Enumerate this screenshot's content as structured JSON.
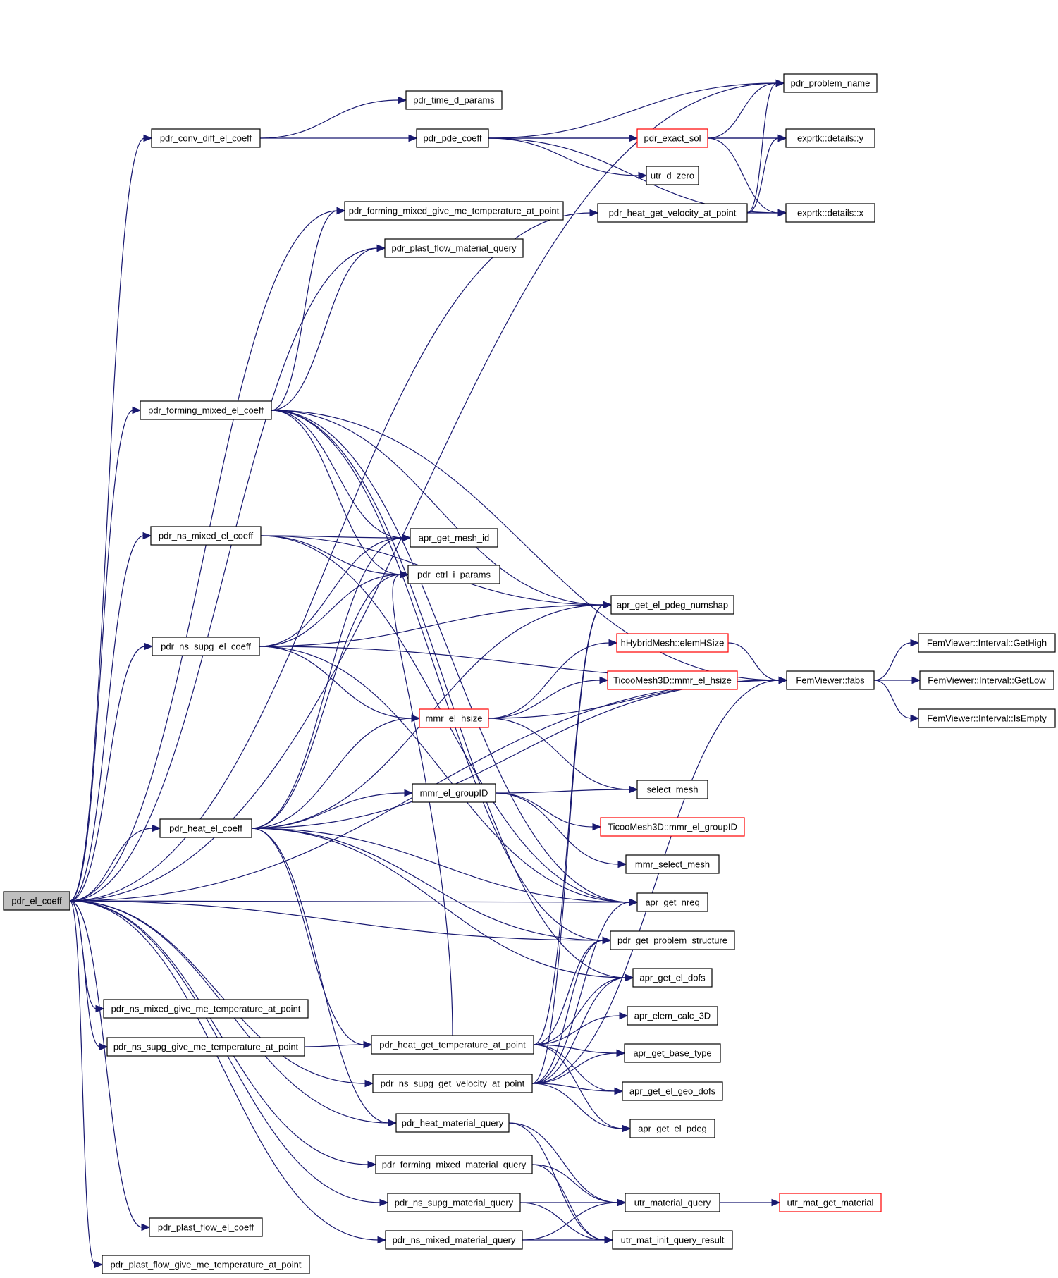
{
  "nodes": {
    "pdr_el_coeff": {
      "label": "pdr_el_coeff",
      "kind": "focus"
    },
    "pdr_problem_name": {
      "label": "pdr_problem_name",
      "kind": "normal"
    },
    "pdr_time_d_params": {
      "label": "pdr_time_d_params",
      "kind": "normal"
    },
    "pdr_conv_diff_el_coeff": {
      "label": "pdr_conv_diff_el_coeff",
      "kind": "normal"
    },
    "pdr_pde_coeff": {
      "label": "pdr_pde_coeff",
      "kind": "normal"
    },
    "pdr_exact_sol": {
      "label": "pdr_exact_sol",
      "kind": "truncated"
    },
    "exprtk_y": {
      "label": "exprtk::details::y",
      "kind": "normal"
    },
    "utr_d_zero": {
      "label": "utr_d_zero",
      "kind": "normal"
    },
    "pdr_forming_mixed_give_me_temperature_at_point": {
      "label": "pdr_forming_mixed_give_me_temperature_at_point",
      "kind": "normal"
    },
    "pdr_heat_get_velocity_at_point": {
      "label": "pdr_heat_get_velocity_at_point",
      "kind": "normal"
    },
    "exprtk_x": {
      "label": "exprtk::details::x",
      "kind": "normal"
    },
    "pdr_plast_flow_material_query": {
      "label": "pdr_plast_flow_material_query",
      "kind": "normal"
    },
    "pdr_forming_mixed_el_coeff": {
      "label": "pdr_forming_mixed_el_coeff",
      "kind": "normal"
    },
    "pdr_ns_mixed_el_coeff": {
      "label": "pdr_ns_mixed_el_coeff",
      "kind": "normal"
    },
    "apr_get_mesh_id": {
      "label": "apr_get_mesh_id",
      "kind": "normal"
    },
    "pdr_ctrl_i_params": {
      "label": "pdr_ctrl_i_params",
      "kind": "normal"
    },
    "apr_get_el_pdeg_numshap": {
      "label": "apr_get_el_pdeg_numshap",
      "kind": "normal"
    },
    "pdr_ns_supg_el_coeff": {
      "label": "pdr_ns_supg_el_coeff",
      "kind": "normal"
    },
    "hHybridMesh_elemHSize": {
      "label": "hHybridMesh::elemHSize",
      "kind": "truncated"
    },
    "TicooMesh3D_mmr_el_hsize": {
      "label": "TicooMesh3D::mmr_el_hsize",
      "kind": "truncated"
    },
    "FemViewer_fabs": {
      "label": "FemViewer::fabs",
      "kind": "normal"
    },
    "FemViewer_GetHigh": {
      "label": "FemViewer::Interval::GetHigh",
      "kind": "normal"
    },
    "FemViewer_GetLow": {
      "label": "FemViewer::Interval::GetLow",
      "kind": "normal"
    },
    "FemViewer_IsEmpty": {
      "label": "FemViewer::Interval::IsEmpty",
      "kind": "normal"
    },
    "mmr_el_hsize": {
      "label": "mmr_el_hsize",
      "kind": "truncated"
    },
    "select_mesh": {
      "label": "select_mesh",
      "kind": "normal"
    },
    "mmr_el_groupID": {
      "label": "mmr_el_groupID",
      "kind": "normal"
    },
    "TicooMesh3D_mmr_el_groupID": {
      "label": "TicooMesh3D::mmr_el_groupID",
      "kind": "truncated"
    },
    "pdr_heat_el_coeff": {
      "label": "pdr_heat_el_coeff",
      "kind": "normal"
    },
    "mmr_select_mesh": {
      "label": "mmr_select_mesh",
      "kind": "normal"
    },
    "apr_get_nreq": {
      "label": "apr_get_nreq",
      "kind": "normal"
    },
    "pdr_get_problem_structure": {
      "label": "pdr_get_problem_structure",
      "kind": "normal"
    },
    "apr_get_el_dofs": {
      "label": "apr_get_el_dofs",
      "kind": "normal"
    },
    "pdr_ns_mixed_give_me_temperature_at_point": {
      "label": "pdr_ns_mixed_give_me_temperature_at_point",
      "kind": "normal"
    },
    "apr_elem_calc_3D": {
      "label": "apr_elem_calc_3D",
      "kind": "normal"
    },
    "pdr_ns_supg_give_me_temperature_at_point": {
      "label": "pdr_ns_supg_give_me_temperature_at_point",
      "kind": "normal"
    },
    "pdr_heat_get_temperature_at_point": {
      "label": "pdr_heat_get_temperature_at_point",
      "kind": "normal"
    },
    "apr_get_base_type": {
      "label": "apr_get_base_type",
      "kind": "normal"
    },
    "pdr_ns_supg_get_velocity_at_point": {
      "label": "pdr_ns_supg_get_velocity_at_point",
      "kind": "normal"
    },
    "apr_get_el_geo_dofs": {
      "label": "apr_get_el_geo_dofs",
      "kind": "normal"
    },
    "pdr_heat_material_query": {
      "label": "pdr_heat_material_query",
      "kind": "normal"
    },
    "apr_get_el_pdeg": {
      "label": "apr_get_el_pdeg",
      "kind": "normal"
    },
    "pdr_forming_mixed_material_query": {
      "label": "pdr_forming_mixed_material_query",
      "kind": "normal"
    },
    "pdr_ns_supg_material_query": {
      "label": "pdr_ns_supg_material_query",
      "kind": "normal"
    },
    "utr_material_query": {
      "label": "utr_material_query",
      "kind": "normal"
    },
    "utr_mat_get_material": {
      "label": "utr_mat_get_material",
      "kind": "truncated"
    },
    "pdr_plast_flow_el_coeff": {
      "label": "pdr_plast_flow_el_coeff",
      "kind": "normal"
    },
    "pdr_ns_mixed_material_query": {
      "label": "pdr_ns_mixed_material_query",
      "kind": "normal"
    },
    "utr_mat_init_query_result": {
      "label": "utr_mat_init_query_result",
      "kind": "normal"
    },
    "pdr_plast_flow_give_me_temperature_at_point": {
      "label": "pdr_plast_flow_give_me_temperature_at_point",
      "kind": "normal"
    }
  },
  "edges": [
    [
      "pdr_el_coeff",
      "pdr_problem_name"
    ],
    [
      "pdr_el_coeff",
      "pdr_conv_diff_el_coeff"
    ],
    [
      "pdr_el_coeff",
      "pdr_heat_get_velocity_at_point"
    ],
    [
      "pdr_el_coeff",
      "pdr_forming_mixed_give_me_temperature_at_point"
    ],
    [
      "pdr_el_coeff",
      "pdr_plast_flow_material_query"
    ],
    [
      "pdr_el_coeff",
      "pdr_forming_mixed_el_coeff"
    ],
    [
      "pdr_el_coeff",
      "pdr_ns_mixed_el_coeff"
    ],
    [
      "pdr_el_coeff",
      "FemViewer_fabs"
    ],
    [
      "pdr_el_coeff",
      "pdr_ns_supg_el_coeff"
    ],
    [
      "pdr_el_coeff",
      "pdr_heat_el_coeff"
    ],
    [
      "pdr_el_coeff",
      "apr_get_nreq"
    ],
    [
      "pdr_el_coeff",
      "pdr_get_problem_structure"
    ],
    [
      "pdr_el_coeff",
      "pdr_ns_mixed_give_me_temperature_at_point"
    ],
    [
      "pdr_el_coeff",
      "pdr_ns_supg_give_me_temperature_at_point"
    ],
    [
      "pdr_el_coeff",
      "pdr_ns_supg_get_velocity_at_point"
    ],
    [
      "pdr_el_coeff",
      "pdr_heat_material_query"
    ],
    [
      "pdr_el_coeff",
      "pdr_forming_mixed_material_query"
    ],
    [
      "pdr_el_coeff",
      "pdr_ns_supg_material_query"
    ],
    [
      "pdr_el_coeff",
      "pdr_plast_flow_el_coeff"
    ],
    [
      "pdr_el_coeff",
      "pdr_ns_mixed_material_query"
    ],
    [
      "pdr_el_coeff",
      "pdr_plast_flow_give_me_temperature_at_point"
    ],
    [
      "pdr_conv_diff_el_coeff",
      "pdr_time_d_params"
    ],
    [
      "pdr_conv_diff_el_coeff",
      "pdr_pde_coeff"
    ],
    [
      "pdr_pde_coeff",
      "pdr_problem_name"
    ],
    [
      "pdr_pde_coeff",
      "exprtk_y"
    ],
    [
      "pdr_pde_coeff",
      "pdr_exact_sol"
    ],
    [
      "pdr_pde_coeff",
      "utr_d_zero"
    ],
    [
      "pdr_pde_coeff",
      "exprtk_x"
    ],
    [
      "pdr_exact_sol",
      "pdr_problem_name"
    ],
    [
      "pdr_exact_sol",
      "exprtk_y"
    ],
    [
      "pdr_exact_sol",
      "exprtk_x"
    ],
    [
      "pdr_heat_get_velocity_at_point",
      "pdr_problem_name"
    ],
    [
      "pdr_heat_get_velocity_at_point",
      "exprtk_y"
    ],
    [
      "pdr_heat_get_velocity_at_point",
      "exprtk_x"
    ],
    [
      "pdr_forming_mixed_el_coeff",
      "pdr_forming_mixed_give_me_temperature_at_point"
    ],
    [
      "pdr_forming_mixed_el_coeff",
      "pdr_plast_flow_material_query"
    ],
    [
      "pdr_forming_mixed_el_coeff",
      "apr_get_el_pdeg_numshap"
    ],
    [
      "pdr_forming_mixed_el_coeff",
      "FemViewer_fabs"
    ],
    [
      "pdr_forming_mixed_el_coeff",
      "apr_get_mesh_id"
    ],
    [
      "pdr_forming_mixed_el_coeff",
      "pdr_ctrl_i_params"
    ],
    [
      "pdr_forming_mixed_el_coeff",
      "apr_get_nreq"
    ],
    [
      "pdr_forming_mixed_el_coeff",
      "pdr_get_problem_structure"
    ],
    [
      "pdr_forming_mixed_el_coeff",
      "apr_get_el_dofs"
    ],
    [
      "pdr_ns_mixed_el_coeff",
      "apr_get_mesh_id"
    ],
    [
      "pdr_ns_mixed_el_coeff",
      "pdr_ctrl_i_params"
    ],
    [
      "pdr_ns_mixed_el_coeff",
      "apr_get_el_pdeg_numshap"
    ],
    [
      "pdr_ns_mixed_el_coeff",
      "apr_get_nreq"
    ],
    [
      "pdr_ns_supg_el_coeff",
      "apr_get_mesh_id"
    ],
    [
      "pdr_ns_supg_el_coeff",
      "pdr_ctrl_i_params"
    ],
    [
      "pdr_ns_supg_el_coeff",
      "FemViewer_fabs"
    ],
    [
      "pdr_ns_supg_el_coeff",
      "apr_get_el_pdeg_numshap"
    ],
    [
      "pdr_ns_supg_el_coeff",
      "mmr_el_hsize"
    ],
    [
      "pdr_ns_supg_el_coeff",
      "apr_get_nreq"
    ],
    [
      "pdr_heat_el_coeff",
      "apr_get_mesh_id"
    ],
    [
      "pdr_heat_el_coeff",
      "pdr_ctrl_i_params"
    ],
    [
      "pdr_heat_el_coeff",
      "apr_get_el_pdeg_numshap"
    ],
    [
      "pdr_heat_el_coeff",
      "mmr_el_hsize"
    ],
    [
      "pdr_heat_el_coeff",
      "FemViewer_fabs"
    ],
    [
      "pdr_heat_el_coeff",
      "mmr_el_groupID"
    ],
    [
      "pdr_heat_el_coeff",
      "apr_get_nreq"
    ],
    [
      "pdr_heat_el_coeff",
      "pdr_get_problem_structure"
    ],
    [
      "pdr_heat_el_coeff",
      "apr_get_el_dofs"
    ],
    [
      "pdr_heat_el_coeff",
      "pdr_heat_get_temperature_at_point"
    ],
    [
      "pdr_heat_el_coeff",
      "pdr_heat_material_query"
    ],
    [
      "mmr_el_hsize",
      "hHybridMesh_elemHSize"
    ],
    [
      "mmr_el_hsize",
      "TicooMesh3D_mmr_el_hsize"
    ],
    [
      "mmr_el_hsize",
      "FemViewer_fabs"
    ],
    [
      "mmr_el_hsize",
      "select_mesh"
    ],
    [
      "hHybridMesh_elemHSize",
      "FemViewer_fabs"
    ],
    [
      "FemViewer_fabs",
      "FemViewer_GetHigh"
    ],
    [
      "FemViewer_fabs",
      "FemViewer_GetLow"
    ],
    [
      "FemViewer_fabs",
      "FemViewer_IsEmpty"
    ],
    [
      "mmr_el_groupID",
      "select_mesh"
    ],
    [
      "mmr_el_groupID",
      "TicooMesh3D_mmr_el_groupID"
    ],
    [
      "mmr_el_groupID",
      "mmr_select_mesh"
    ],
    [
      "pdr_ns_supg_give_me_temperature_at_point",
      "pdr_heat_get_temperature_at_point"
    ],
    [
      "pdr_heat_get_temperature_at_point",
      "pdr_ctrl_i_params"
    ],
    [
      "pdr_heat_get_temperature_at_point",
      "apr_get_el_pdeg_numshap"
    ],
    [
      "pdr_heat_get_temperature_at_point",
      "pdr_get_problem_structure"
    ],
    [
      "pdr_heat_get_temperature_at_point",
      "apr_get_el_dofs"
    ],
    [
      "pdr_heat_get_temperature_at_point",
      "apr_elem_calc_3D"
    ],
    [
      "pdr_heat_get_temperature_at_point",
      "apr_get_base_type"
    ],
    [
      "pdr_heat_get_temperature_at_point",
      "apr_get_el_geo_dofs"
    ],
    [
      "pdr_heat_get_temperature_at_point",
      "apr_get_el_pdeg"
    ],
    [
      "pdr_ns_supg_get_velocity_at_point",
      "apr_get_el_pdeg_numshap"
    ],
    [
      "pdr_ns_supg_get_velocity_at_point",
      "apr_get_nreq"
    ],
    [
      "pdr_ns_supg_get_velocity_at_point",
      "pdr_get_problem_structure"
    ],
    [
      "pdr_ns_supg_get_velocity_at_point",
      "apr_get_el_dofs"
    ],
    [
      "pdr_ns_supg_get_velocity_at_point",
      "apr_get_base_type"
    ],
    [
      "pdr_ns_supg_get_velocity_at_point",
      "apr_get_el_geo_dofs"
    ],
    [
      "pdr_ns_supg_get_velocity_at_point",
      "apr_get_el_pdeg"
    ],
    [
      "pdr_ns_supg_get_velocity_at_point",
      "FemViewer_fabs"
    ],
    [
      "pdr_heat_material_query",
      "utr_material_query"
    ],
    [
      "pdr_heat_material_query",
      "utr_mat_init_query_result"
    ],
    [
      "pdr_forming_mixed_material_query",
      "utr_material_query"
    ],
    [
      "pdr_forming_mixed_material_query",
      "utr_mat_init_query_result"
    ],
    [
      "pdr_ns_supg_material_query",
      "utr_material_query"
    ],
    [
      "pdr_ns_supg_material_query",
      "utr_mat_init_query_result"
    ],
    [
      "pdr_ns_mixed_material_query",
      "utr_material_query"
    ],
    [
      "pdr_ns_mixed_material_query",
      "utr_mat_init_query_result"
    ],
    [
      "utr_material_query",
      "utr_mat_get_material"
    ]
  ]
}
